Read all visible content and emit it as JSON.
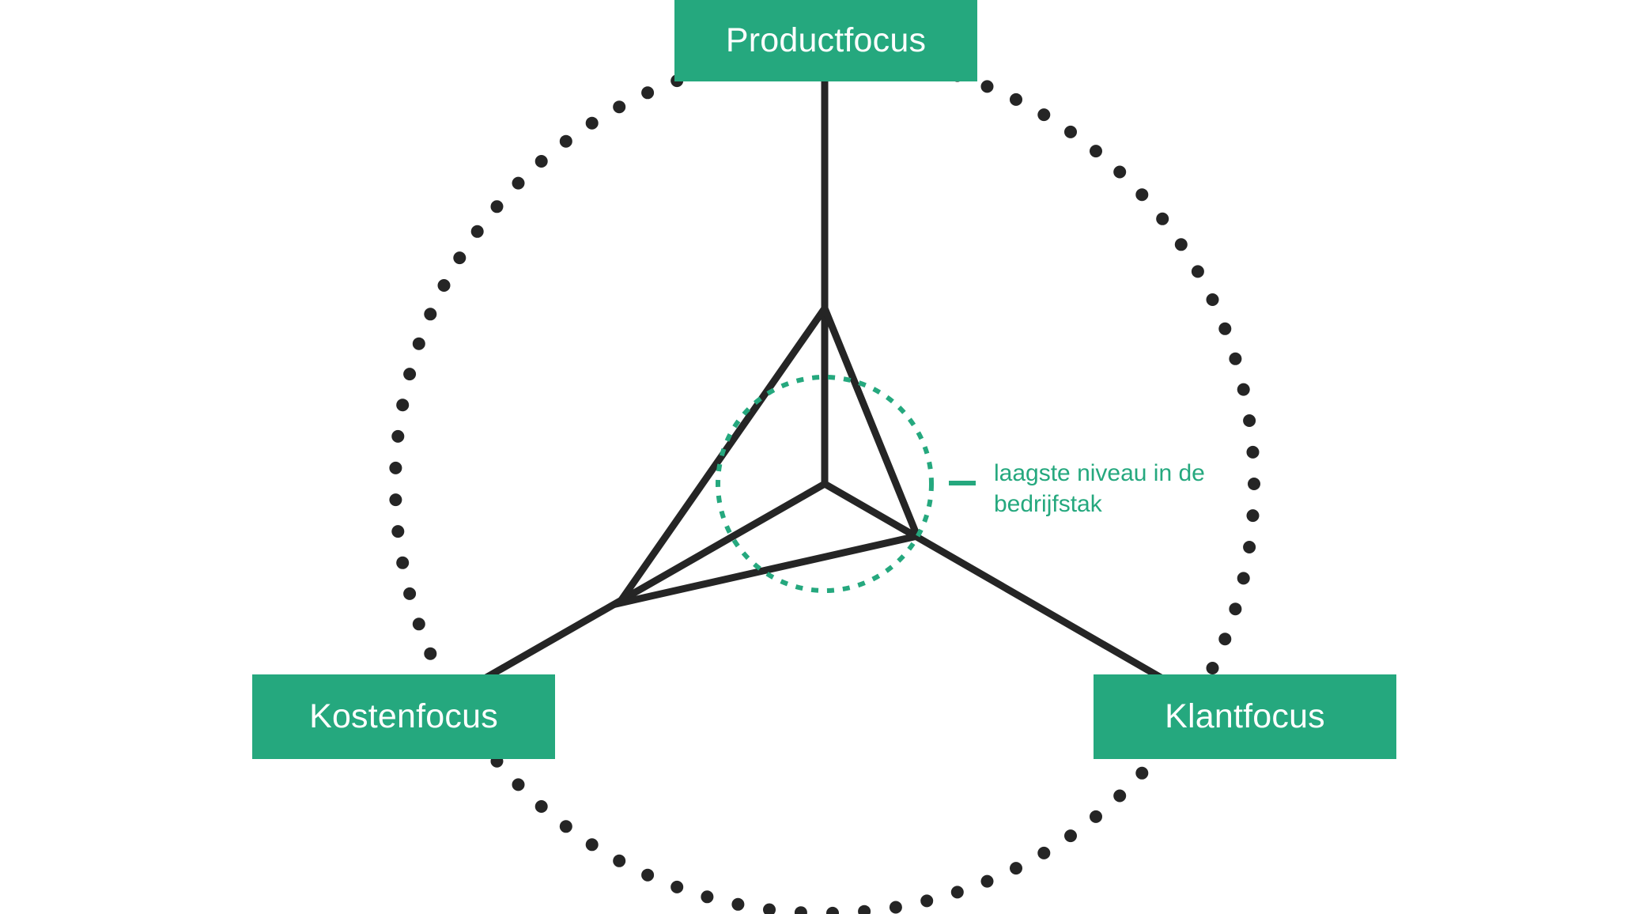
{
  "colors": {
    "accent": "#25a87e",
    "line": "#252525",
    "background": "#ffffff"
  },
  "labels": {
    "top": "Productfocus",
    "left": "Kostenfocus",
    "right": "Klantfocus"
  },
  "annotation": {
    "line1": "laagste niveau in de",
    "line2": "bedrijfstak"
  }
}
